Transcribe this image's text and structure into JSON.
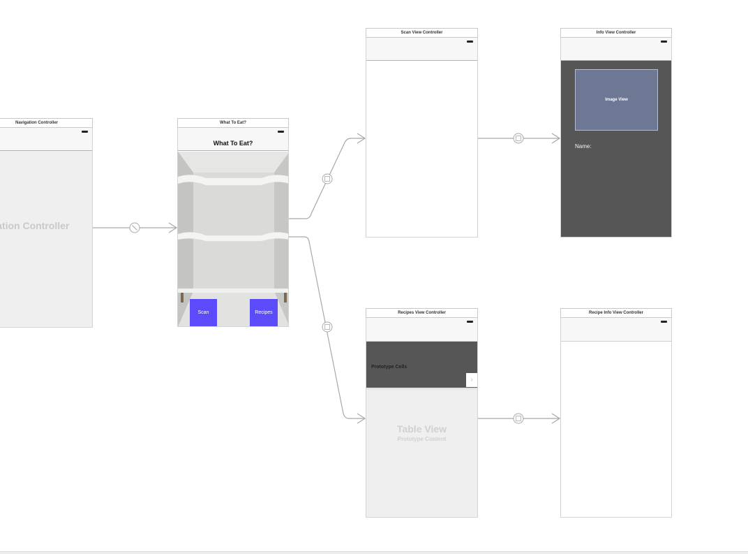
{
  "scenes": {
    "navigation": {
      "title": "Navigation Controller",
      "body_label": "Navigation Controller"
    },
    "what_to_eat": {
      "title": "What To Eat?",
      "nav_title": "What To Eat?",
      "scan_button": "Scan",
      "recipes_button": "Recipes"
    },
    "scan": {
      "title": "Scan View Controller"
    },
    "info": {
      "title": "Info View Controller",
      "image_view_label": "Image View",
      "name_label": "Name:"
    },
    "recipes": {
      "title": "Recipes View Controller",
      "prototype_cells_label": "Prototype Cells",
      "table_view_label": "Table View",
      "prototype_content_label": "Prototype Content"
    },
    "recipe_info": {
      "title": "Recipe Info View Controller"
    }
  },
  "segues": [
    {
      "from": "navigation",
      "to": "what_to_eat",
      "kind": "relationship",
      "icon": "root-relationship-icon"
    },
    {
      "from": "what_to_eat",
      "to": "scan",
      "kind": "show",
      "icon": "show-segue-icon"
    },
    {
      "from": "what_to_eat",
      "to": "recipes",
      "kind": "show",
      "icon": "show-segue-icon"
    },
    {
      "from": "scan",
      "to": "info",
      "kind": "show",
      "icon": "show-segue-icon"
    },
    {
      "from": "recipes",
      "to": "recipe_info",
      "kind": "show",
      "icon": "show-segue-icon"
    }
  ],
  "colors": {
    "button_accent": "#5b4bfa",
    "dark_view_background": "#565656",
    "image_view_background": "#6e7793",
    "connector": "#a8a8a8"
  }
}
